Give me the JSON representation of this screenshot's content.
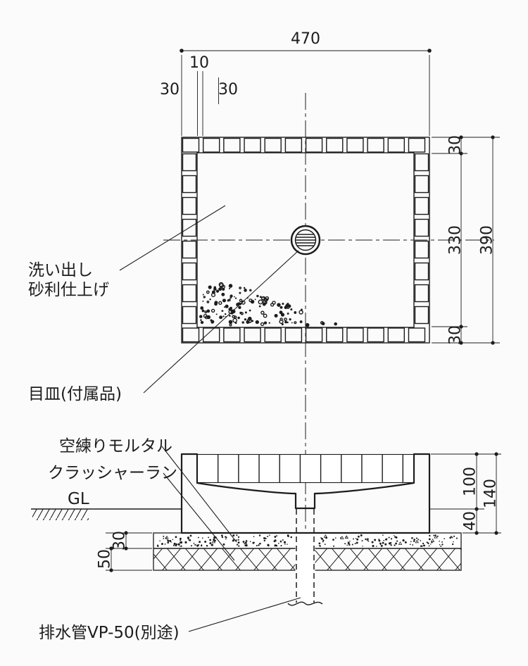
{
  "plan": {
    "dim_width": "470",
    "dim_joint": "10",
    "dim_block_left": "30",
    "dim_block_right": "30",
    "dim_edge_top": "30",
    "dim_inner_height": "330",
    "dim_edge_bottom": "30",
    "dim_height": "390",
    "label_finish_1": "洗い出し",
    "label_finish_2": "砂利仕上げ",
    "label_drain": "目皿(付属品)"
  },
  "section": {
    "dim_above_gl": "100",
    "dim_embed": "40",
    "dim_overall": "140",
    "dim_mortar": "30",
    "dim_crusher": "50",
    "label_mortar": "空練りモルタル",
    "label_crusher": "クラッシャーラン",
    "label_gl": "GL",
    "label_pipe": "排水管VP-50(別途)"
  },
  "colors": {
    "line": "#1c1c1c",
    "concrete": "#c8c8c8",
    "background": "#fbfbfb"
  }
}
